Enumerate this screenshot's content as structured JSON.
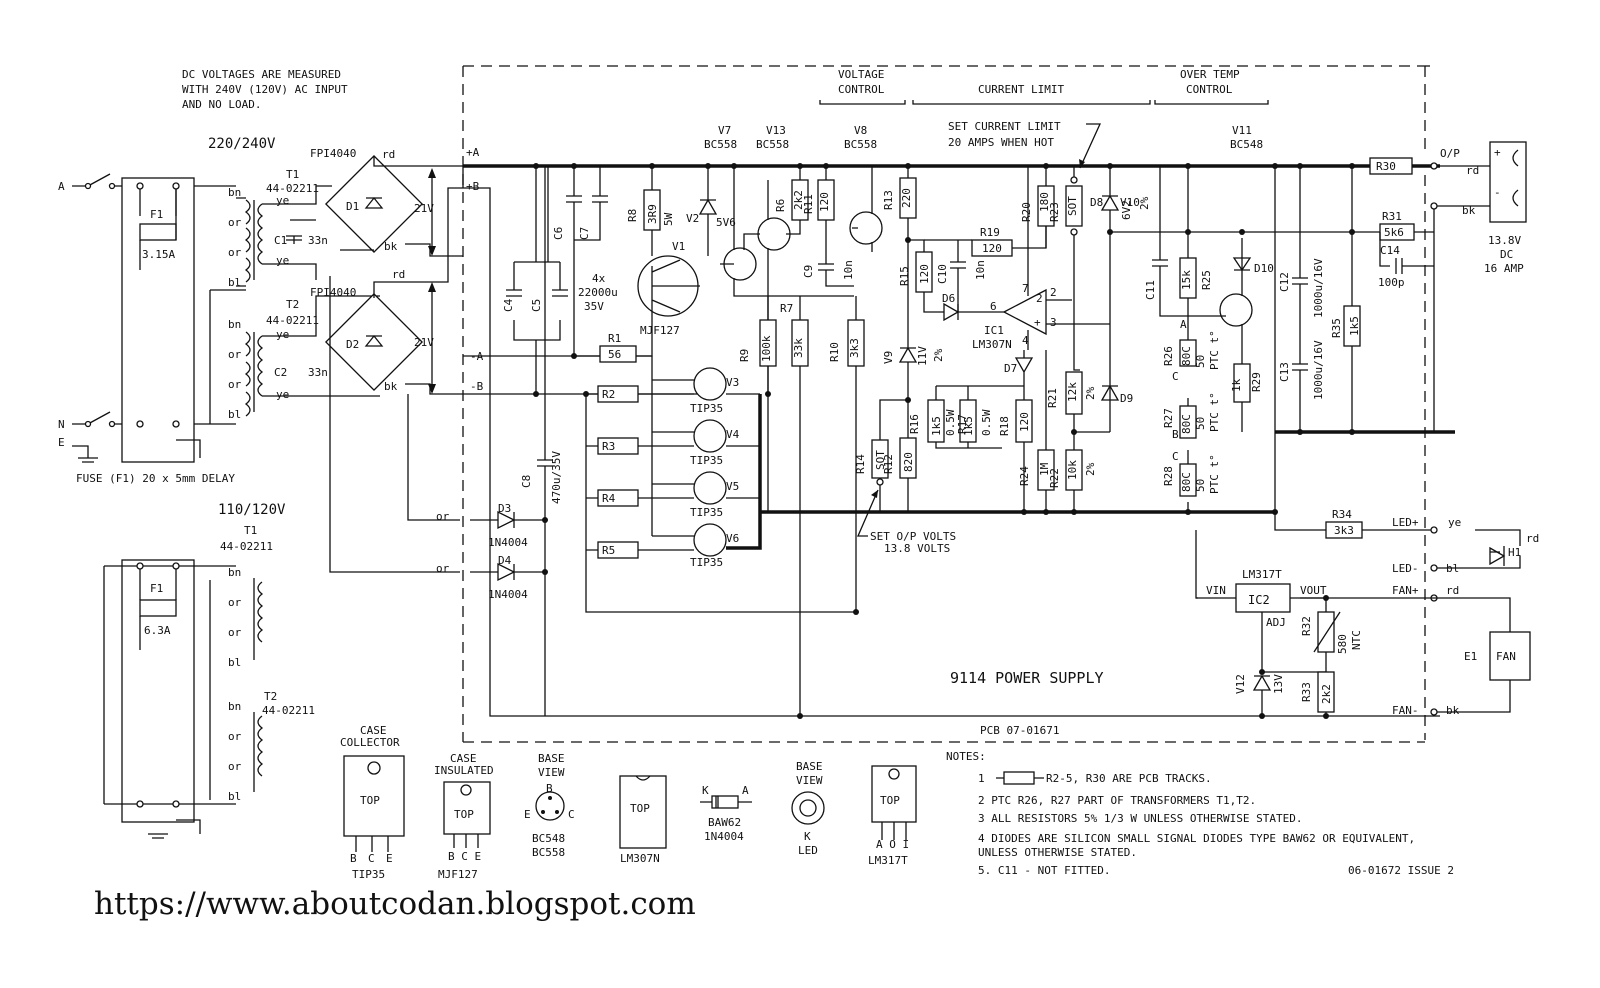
{
  "header": {
    "note_line1": "DC VOLTAGES ARE MEASURED",
    "note_line2": "WITH 240V (120V) AC INPUT",
    "note_line3": "AND NO LOAD.",
    "voltage_control_1": "VOLTAGE",
    "voltage_control_2": "CONTROL",
    "current_limit": "CURRENT LIMIT",
    "over_temp_1": "OVER TEMP",
    "over_temp_2": "CONTROL",
    "set_current_1": "SET CURRENT LIMIT",
    "set_current_2": "20 AMPS WHEN HOT"
  },
  "input": {
    "v240": "220/240V",
    "v120": "110/120V",
    "t1": "T1",
    "t2": "T2",
    "t_part": "44-02211",
    "fuse240": "3.15A",
    "fuse120": "6.3A",
    "fuse_label": "F1",
    "fuse_note": "FUSE (F1) 20 x 5mm DELAY",
    "a": "A",
    "n": "N",
    "e": "E",
    "bn": "bn",
    "or": "or",
    "bl": "bl",
    "ye": "ye",
    "rd": "rd",
    "bk": "bk",
    "c1": "C1",
    "c2": "C2",
    "c33n": "33n",
    "bridge": "FPI4040",
    "d1": "D1",
    "d2": "D2",
    "v21": "21V",
    "d3": "D3",
    "d4": "D4",
    "n4004": "1N4004"
  },
  "rails": {
    "pa": "+A",
    "pb": "+B",
    "na": "-A",
    "nb": "-B"
  },
  "components": {
    "c4": "C4",
    "c5": "C5",
    "c6": "C6",
    "c7": "C7",
    "caps": "4x",
    "cap_val": "22000u",
    "cap_v": "35V",
    "c8": "C8",
    "c8v": "470u/35V",
    "r8": "R8",
    "r8v": "3R9",
    "r8w": "5W",
    "v1": "V1",
    "mjf": "MJF127",
    "v2": "V2",
    "v2v": "5V6",
    "v7": "V7",
    "v13": "V13",
    "v8": "V8",
    "bc558": "BC558",
    "bc548": "BC548",
    "r6": "R6",
    "r6v": "2k2",
    "r11": "R11",
    "r11v": "120",
    "r13": "R13",
    "r13v": "220",
    "c9": "C9",
    "c9v": "10n",
    "r1": "R1",
    "r1v": "56",
    "r2": "R2",
    "r3": "R3",
    "r4": "R4",
    "r5": "R5",
    "v3": "V3",
    "v4": "V4",
    "v5": "V5",
    "v6": "V6",
    "tip35": "TIP35",
    "r9": "R9",
    "r9v": "100k",
    "r7": "R7",
    "r7v": "33k",
    "r10": "R10",
    "r10v": "3k3",
    "r15": "R15",
    "r15v": "120",
    "c10": "C10",
    "c10v": "10n",
    "d6": "D6",
    "r19": "R19",
    "r19v": "120",
    "r20": "R20",
    "r20v": "180",
    "r23": "R23",
    "r23v": "SOT",
    "d8": "D8",
    "v10": "V10",
    "v10v": "6V2",
    "v10t": "2%",
    "ic1": "IC1",
    "lm307n": "LM307N",
    "p6": "6",
    "p2": "2",
    "p3": "3",
    "p4": "4",
    "p7": "7",
    "v9": "V9",
    "v9v": "11V",
    "v9t": "2%",
    "d7": "D7",
    "r16": "R16",
    "r16v": "1k5",
    "r17": "R17",
    "r17v": "1k5",
    "w05": "0.5W",
    "r18": "R18",
    "r18v": "120",
    "r14": "R14",
    "r14v": "SOT",
    "r12": "R12",
    "r12v": "820",
    "r21": "R21",
    "r21v": "12k",
    "r21t": "2%",
    "d9": "D9",
    "r24": "R24",
    "r24v": "1M",
    "r22": "R22",
    "r22v": "10k",
    "r22t": "2%",
    "set_op_1": "SET O/P VOLTS",
    "set_op_2": "13.8 VOLTS",
    "v11": "V11",
    "c11": "C11",
    "r25": "R25",
    "r25v": "15k",
    "d10": "D10",
    "r26": "R26",
    "r27": "R27",
    "r28": "R28",
    "ptc_v": "50",
    "ptc_t": "80C",
    "ptc": "PTC t°",
    "r29": "R29",
    "r29v": "1k",
    "c12": "C12",
    "c13": "C13",
    "c12v": "1000u/16V",
    "r35": "R35",
    "r35v": "1k5",
    "r30": "R30",
    "r31": "R31",
    "r31v": "5k6",
    "c14": "C14",
    "c14v": "100p",
    "op": "O/P",
    "out_v": "13.8V",
    "out_dc": "DC",
    "out_a": "16 AMP",
    "r34": "R34",
    "r34v": "3k3",
    "led_p": "LED+",
    "led_m": "LED-",
    "fan_p": "FAN+",
    "fan_m": "FAN-",
    "h1": "H1",
    "e1": "E1",
    "fan": "FAN",
    "lm317": "LM317T",
    "ic2": "IC2",
    "vin": "VIN",
    "vout": "VOUT",
    "adj": "ADJ",
    "r32": "R32",
    "r32v": "580",
    "ntc": "NTC",
    "v12": "V12",
    "v12v": "13V",
    "r33": "R33",
    "r33v": "2k2",
    "title": "9114 POWER SUPPLY",
    "pcb": "PCB  07-01671"
  },
  "packages": {
    "case_coll_1": "CASE",
    "case_coll_2": "COLLECTOR",
    "case_ins_1": "CASE",
    "case_ins_2": "INSULATED",
    "base_view_1": "BASE",
    "base_view_2": "VIEW",
    "top": "TOP",
    "bce": "B C E",
    "tip35": "TIP35",
    "mjf127": "MJF127",
    "b": "B",
    "e": "E",
    "c": "C",
    "bc548": "BC548",
    "bc558": "BC558",
    "lm307n": "LM307N",
    "k": "K",
    "a": "A",
    "baw62": "BAW62",
    "n4004": "1N4004",
    "led": "LED",
    "aoi": "A O I",
    "lm317t": "LM317T"
  },
  "notes": {
    "heading": "NOTES:",
    "n1": "1",
    "n1_text": "R2-5, R30 ARE PCB TRACKS.",
    "n2": "2  PTC R26, R27 PART OF TRANSFORMERS T1,T2.",
    "n3": "3  ALL RESISTORS 5% 1/3 W UNLESS OTHERWISE STATED.",
    "n4a": "4  DIODES ARE SILICON SMALL SIGNAL DIODES TYPE BAW62 OR EQUIVALENT,",
    "n4b": "   UNLESS OTHERWISE STATED.",
    "n5": "5. C11 - NOT FITTED.",
    "issue": "06-01672  ISSUE 2"
  },
  "footer": {
    "url": "https://www.aboutcodan.blogspot.com"
  }
}
